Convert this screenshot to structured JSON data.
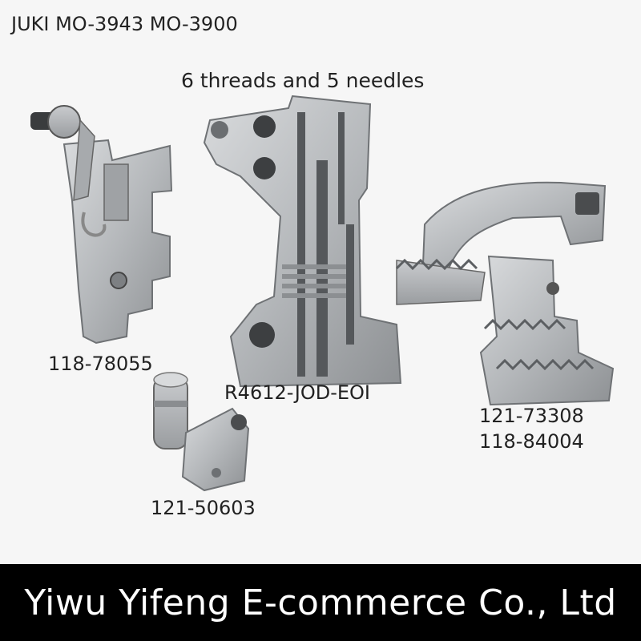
{
  "header": {
    "title": "JUKI MO-3943    MO-3900",
    "subtitle": "6 threads and 5 needles"
  },
  "parts": [
    {
      "code": "118-78055",
      "icon": "presser-foot-icon"
    },
    {
      "code": "R4612-JOD-EOI",
      "icon": "needle-plate-icon"
    },
    {
      "code": "121-73308",
      "icon": "feed-dog-icon"
    },
    {
      "code": "118-84004",
      "icon": "feed-dog-icon"
    },
    {
      "code": "121-50603",
      "icon": "needle-clamp-icon"
    }
  ],
  "banner": {
    "text": "Yiwu Yifeng E-commerce Co., Ltd"
  },
  "colors": {
    "background": "#f6f6f6",
    "metal": "#b9bcbf",
    "banner": "#000000"
  }
}
